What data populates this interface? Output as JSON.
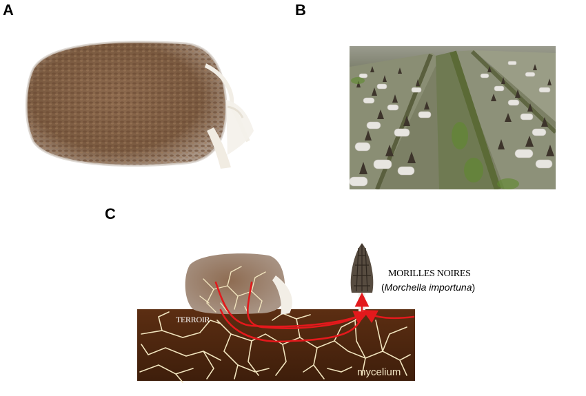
{
  "panels": {
    "a": {
      "label": "A"
    },
    "b": {
      "label": "B"
    },
    "c": {
      "label": "C"
    }
  },
  "diagram": {
    "fruit_name": "MORILLES NOIRES",
    "species_open": "(",
    "species": "Morchella importuna",
    "species_close": ")",
    "soil_label": "TERROIR",
    "mycelium_label": "mycelium"
  },
  "colors": {
    "soil": "#4a2410",
    "soil_top": "#5c2e12",
    "mycelium": "#f1e4be",
    "arrow": "#e3191c",
    "bag_fill": "#8a6448",
    "field_green": "#6f8a3c"
  }
}
